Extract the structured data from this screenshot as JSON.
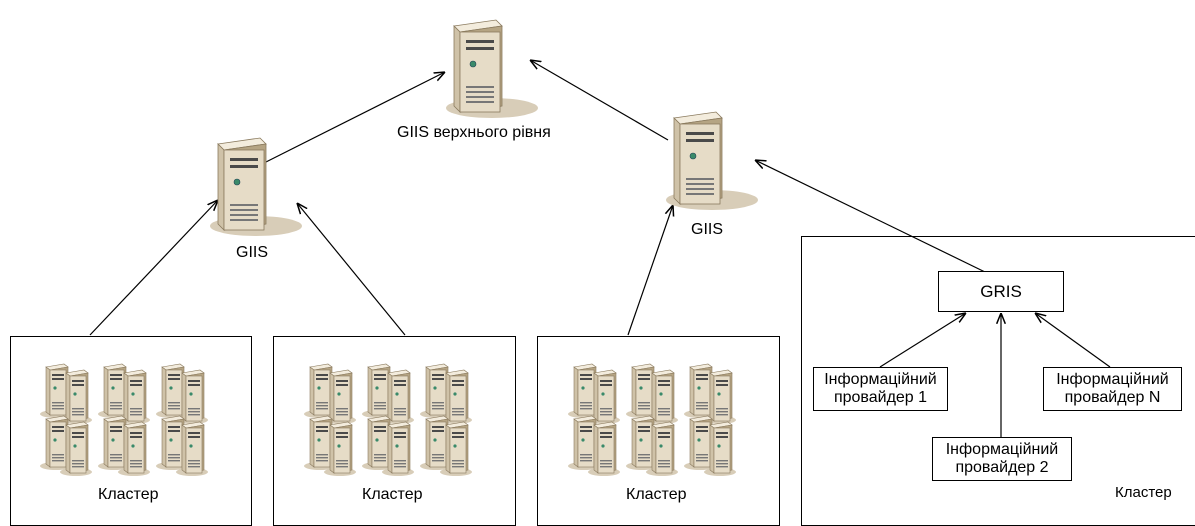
{
  "nodes": {
    "top_giis": {
      "label": "GIIS верхнього рівня"
    },
    "left_giis": {
      "label": "GIIS"
    },
    "right_giis": {
      "label": "GIIS"
    },
    "gris": {
      "label": "GRIS"
    }
  },
  "clusters": [
    {
      "label": "Кластер"
    },
    {
      "label": "Кластер"
    },
    {
      "label": "Кластер"
    },
    {
      "label": "Кластер"
    }
  ],
  "providers": [
    {
      "line1": "Інформаційний",
      "line2": "провайдер 1"
    },
    {
      "line1": "Інформаційний",
      "line2": "провайдер 2"
    },
    {
      "line1": "Інформаційний",
      "line2": "провайдер N"
    }
  ],
  "colors": {
    "server_body": "#e3d8c3",
    "server_side": "#b9a98a",
    "server_top": "#f2ebdc",
    "shadow": "#d6ccba",
    "line": "#000000"
  },
  "icons": {
    "server": "server-tower-icon",
    "server_rack": "server-cluster-icon"
  }
}
